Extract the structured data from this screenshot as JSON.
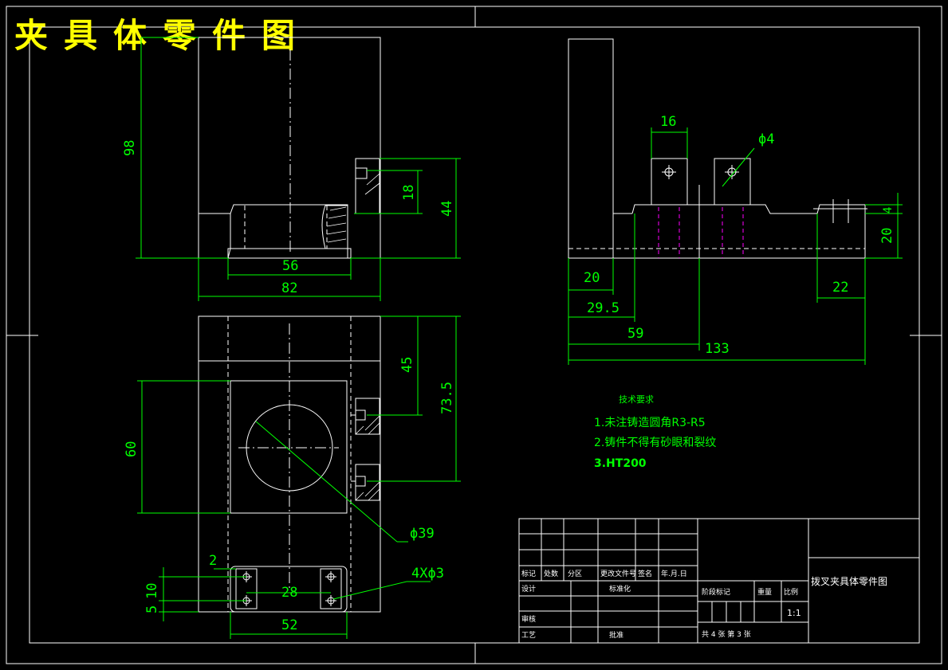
{
  "title": "夹具体零件图",
  "dimensions": {
    "d98": "98",
    "d18": "18",
    "d44": "44",
    "d56": "56",
    "d82": "82",
    "d45": "45",
    "d73_5": "73.5",
    "d60": "60",
    "phi39": "ϕ39",
    "d2": "2",
    "d4xphi3": "4Xϕ3",
    "d5": "5",
    "d10": "10",
    "d28": "28",
    "d52": "52",
    "d16": "16",
    "phi4": "ϕ4",
    "d4": "4",
    "d20v": "20",
    "d20h": "20",
    "d22": "22",
    "d29_5": "29.5",
    "d59": "59",
    "d133": "133"
  },
  "notes": {
    "heading": "技术要求",
    "item1": "1.未注铸造圆角R3-R5",
    "item2": "2.铸件不得有砂眼和裂纹",
    "item3": "3.HT200"
  },
  "title_block": {
    "drawing_name": "拨叉夹具体零件图",
    "scale": "1:1",
    "sheet_info": "共 4 张  第 3 张",
    "row_labels": [
      "标记",
      "处数",
      "分区",
      "更改文件号",
      "签名",
      "年.月.日"
    ],
    "design": "设计",
    "standardize": "标准化",
    "review": "审核",
    "process": "工艺",
    "approve": "批准",
    "stage_mark": "阶段标记",
    "weight": "重量",
    "ratio": "比例"
  },
  "colors": {
    "background": "#000000",
    "geometry": "#ffffff",
    "dimension": "#00ff00",
    "title": "#ffff00",
    "hidden_magenta": "#ff00ff"
  }
}
